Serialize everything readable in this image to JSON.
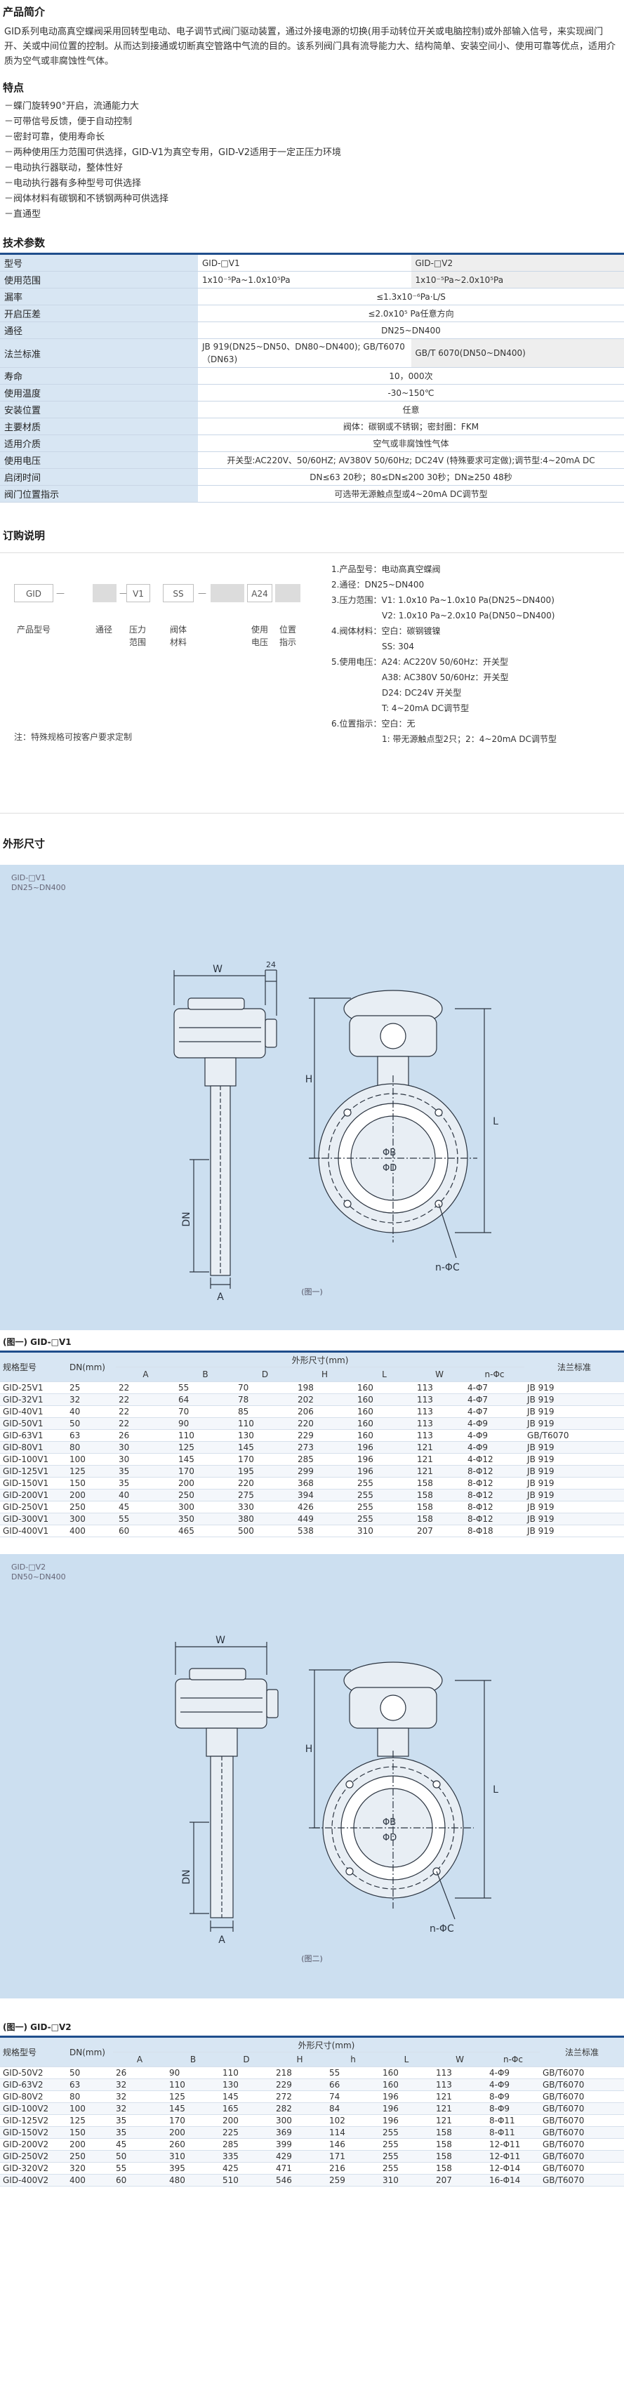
{
  "intro": {
    "title": "产品简介",
    "text": "GID系列电动高真空蝶阀采用回转型电动、电子调节式阀门驱动装置，通过外接电源的切换(用手动转位开关或电脑控制)或外部输入信号，来实现阀门开、关或中间位置的控制。从而达到接通或切断真空管路中气流的目的。该系列阀门具有流导能力大、结构简单、安装空间小、使用可靠等优点，适用介质为空气或非腐蚀性气体。"
  },
  "features": {
    "title": "特点",
    "items": [
      "－蝶门旋转90°开启，流通能力大",
      "－可带信号反馈，便于自动控制",
      "－密封可靠，使用寿命长",
      "－两种使用压力范围可供选择，GID-V1为真空专用，GID-V2适用于一定正压力环境",
      "－电动执行器联动，整体性好",
      "－电动执行器有多种型号可供选择",
      "－阀体材料有碳钢和不锈钢两种可供选择",
      "－直通型"
    ]
  },
  "tech": {
    "title": "技术参数",
    "rows": [
      {
        "label": "型号",
        "v1": "GID-□V1",
        "v2": "GID-□V2",
        "split": true
      },
      {
        "label": "使用范围",
        "v1": "1x10⁻⁵Pa~1.0x10⁵Pa",
        "v2": "1x10⁻⁵Pa~2.0x10⁵Pa",
        "split": true
      },
      {
        "label": "漏率",
        "value": "≤1.3x10⁻⁶Pa·L/S"
      },
      {
        "label": "开启压差",
        "value": "≤2.0x10⁵ Pa任意方向"
      },
      {
        "label": "通径",
        "value": "DN25~DN400"
      },
      {
        "label": "法兰标准",
        "v1": "JB 919(DN25~DN50、DN80~DN400); GB/T6070（DN63)",
        "v2": "GB/T 6070(DN50~DN400)",
        "split": true,
        "tall": true
      },
      {
        "label": "寿命",
        "value": "10，000次"
      },
      {
        "label": "使用温度",
        "value": "-30~150℃"
      },
      {
        "label": "安装位置",
        "value": "任意"
      },
      {
        "label": "主要材质",
        "value": "阀体：碳钢或不锈钢；密封圈：FKM"
      },
      {
        "label": "适用介质",
        "value": "空气或非腐蚀性气体"
      },
      {
        "label": "使用电压",
        "value": "开关型:AC220V、50/60HZ; AV380V 50/60Hz; DC24V (特殊要求可定做);调节型:4~20mA DC"
      },
      {
        "label": "启闭时间",
        "value": "DN≤63 20秒；80≤DN≤200 30秒；DN≥250 48秒"
      },
      {
        "label": "阀门位置指示",
        "value": "可选带无源触点型或4~20mA DC调节型"
      }
    ]
  },
  "order": {
    "title": "订购说明",
    "boxes": [
      "GID",
      "",
      "V1",
      "SS",
      "",
      "A24",
      ""
    ],
    "labels": {
      "name": "产品型号",
      "bore": "通径",
      "range": "压力\n范围",
      "mat": "阀体\n材料",
      "volt": "使用\n电压",
      "pos": "位置\n指示"
    },
    "list": [
      "1.产品型号：电动高真空蝶阀",
      "2.通径：DN25~DN400",
      "3.压力范围：V1: 1.0x10 Pa~1.0x10 Pa(DN25~DN400)",
      "　　　　　　V2: 1.0x10 Pa~2.0x10 Pa(DN50~DN400)",
      "4.阀体材料：空白：碳钢镀镍",
      "　　　　　　SS: 304",
      "5.使用电压：A24: AC220V 50/60Hz：开关型",
      "　　　　　　A38: AC380V 50/60Hz：开关型",
      "　　　　　　D24: DC24V 开关型",
      "　　　　　　T: 4~20mA  DC调节型",
      "6.位置指示：空白：无",
      "　　　　　　1: 带无源触点型2只；2：4~20mA DC调节型"
    ],
    "note": "注：特殊规格可按客户要求定制"
  },
  "dims_title": "外形尺寸",
  "drawing1": {
    "model": "GID-□V1",
    "range": "DN25~DN400",
    "caption": "(图一)"
  },
  "drawing2": {
    "model": "GID-□V2",
    "range": "DN50~DN400",
    "caption": "(图二)"
  },
  "dim_labels": {
    "W": "W",
    "H": "H",
    "DN": "DN",
    "A": "A",
    "L": "L",
    "phiB": "ΦB",
    "phiD": "ΦD",
    "nC": "n-ΦC",
    "d24": "24"
  },
  "table1": {
    "caption": "(图一) GID-□V1",
    "head": {
      "spec": "规格型号",
      "dn": "DN(mm)",
      "group": "外形尺寸(mm)",
      "std": "法兰标准"
    },
    "cols": [
      "A",
      "B",
      "D",
      "H",
      "L",
      "W",
      "n-Φc"
    ],
    "rows": [
      [
        "GID-25V1",
        "25",
        "22",
        "55",
        "70",
        "198",
        "160",
        "113",
        "4-Φ7",
        "JB 919"
      ],
      [
        "GID-32V1",
        "32",
        "22",
        "64",
        "78",
        "202",
        "160",
        "113",
        "4-Φ7",
        "JB 919"
      ],
      [
        "GID-40V1",
        "40",
        "22",
        "70",
        "85",
        "206",
        "160",
        "113",
        "4-Φ7",
        "JB 919"
      ],
      [
        "GID-50V1",
        "50",
        "22",
        "90",
        "110",
        "220",
        "160",
        "113",
        "4-Φ9",
        "JB 919"
      ],
      [
        "GID-63V1",
        "63",
        "26",
        "110",
        "130",
        "229",
        "160",
        "113",
        "4-Φ9",
        "GB/T6070"
      ],
      [
        "GID-80V1",
        "80",
        "30",
        "125",
        "145",
        "273",
        "196",
        "121",
        "4-Φ9",
        "JB 919"
      ],
      [
        "GID-100V1",
        "100",
        "30",
        "145",
        "170",
        "285",
        "196",
        "121",
        "4-Φ12",
        "JB 919"
      ],
      [
        "GID-125V1",
        "125",
        "35",
        "170",
        "195",
        "299",
        "196",
        "121",
        "8-Φ12",
        "JB 919"
      ],
      [
        "GID-150V1",
        "150",
        "35",
        "200",
        "220",
        "368",
        "255",
        "158",
        "8-Φ12",
        "JB 919"
      ],
      [
        "GID-200V1",
        "200",
        "40",
        "250",
        "275",
        "394",
        "255",
        "158",
        "8-Φ12",
        "JB 919"
      ],
      [
        "GID-250V1",
        "250",
        "45",
        "300",
        "330",
        "426",
        "255",
        "158",
        "8-Φ12",
        "JB 919"
      ],
      [
        "GID-300V1",
        "300",
        "55",
        "350",
        "380",
        "449",
        "255",
        "158",
        "8-Φ12",
        "JB 919"
      ],
      [
        "GID-400V1",
        "400",
        "60",
        "465",
        "500",
        "538",
        "310",
        "207",
        "8-Φ18",
        "JB 919"
      ]
    ]
  },
  "table2": {
    "caption": "(图一) GID-□V2",
    "head": {
      "spec": "规格型号",
      "dn": "DN(mm)",
      "group": "外形尺寸(mm)",
      "std": "法兰标准"
    },
    "cols": [
      "A",
      "B",
      "D",
      "H",
      "h",
      "L",
      "W",
      "n-Φc"
    ],
    "rows": [
      [
        "GID-50V2",
        "50",
        "26",
        "90",
        "110",
        "218",
        "55",
        "160",
        "113",
        "4-Φ9",
        "GB/T6070"
      ],
      [
        "GID-63V2",
        "63",
        "32",
        "110",
        "130",
        "229",
        "66",
        "160",
        "113",
        "4-Φ9",
        "GB/T6070"
      ],
      [
        "GID-80V2",
        "80",
        "32",
        "125",
        "145",
        "272",
        "74",
        "196",
        "121",
        "8-Φ9",
        "GB/T6070"
      ],
      [
        "GID-100V2",
        "100",
        "32",
        "145",
        "165",
        "282",
        "84",
        "196",
        "121",
        "8-Φ9",
        "GB/T6070"
      ],
      [
        "GID-125V2",
        "125",
        "35",
        "170",
        "200",
        "300",
        "102",
        "196",
        "121",
        "8-Φ11",
        "GB/T6070"
      ],
      [
        "GID-150V2",
        "150",
        "35",
        "200",
        "225",
        "369",
        "114",
        "255",
        "158",
        "8-Φ11",
        "GB/T6070"
      ],
      [
        "GID-200V2",
        "200",
        "45",
        "260",
        "285",
        "399",
        "146",
        "255",
        "158",
        "12-Φ11",
        "GB/T6070"
      ],
      [
        "GID-250V2",
        "250",
        "50",
        "310",
        "335",
        "429",
        "171",
        "255",
        "158",
        "12-Φ11",
        "GB/T6070"
      ],
      [
        "GID-320V2",
        "320",
        "55",
        "395",
        "425",
        "471",
        "216",
        "255",
        "158",
        "12-Φ14",
        "GB/T6070"
      ],
      [
        "GID-400V2",
        "400",
        "60",
        "480",
        "510",
        "546",
        "259",
        "310",
        "207",
        "16-Φ14",
        "GB/T6070"
      ]
    ]
  }
}
